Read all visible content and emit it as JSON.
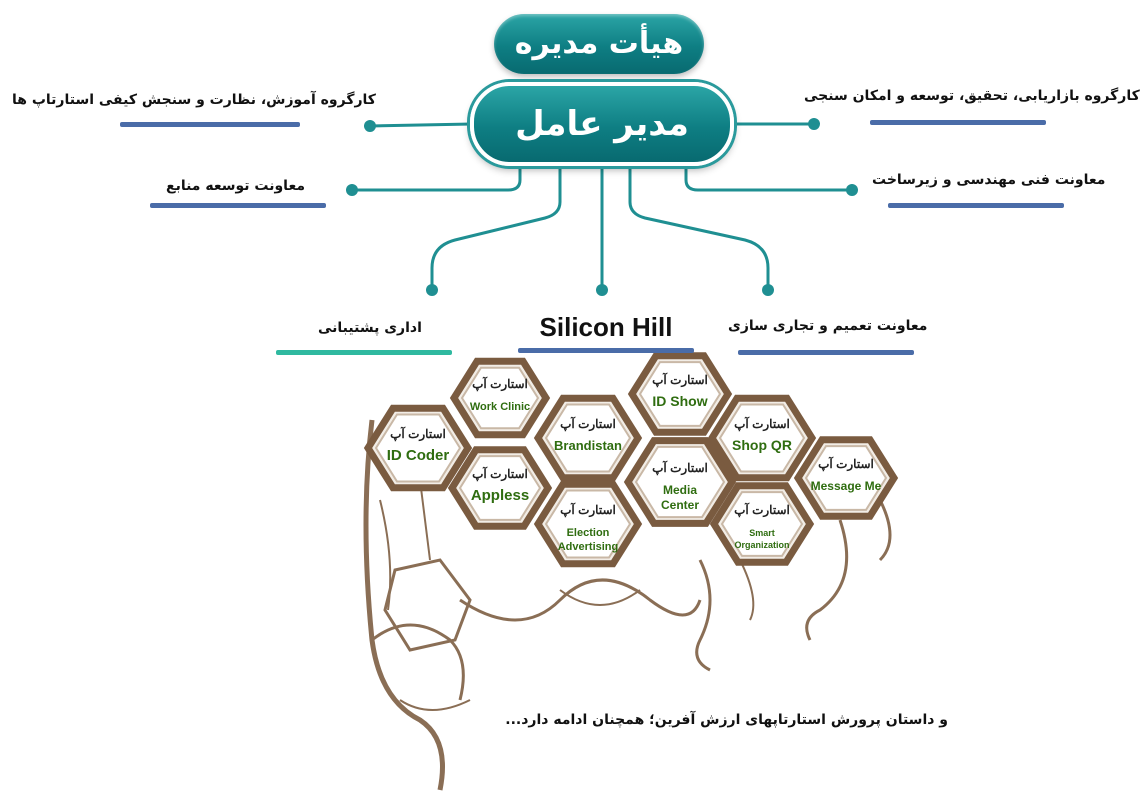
{
  "header": {
    "board": "هیأت مدیره",
    "ceo": "مدیر عامل"
  },
  "branches": {
    "left_top": "کارگروه آموزش، نظارت و سنجش کیفی استارتاپ ها",
    "right_top": "کارگروه بازاریابی، تحقیق، توسعه و امکان سنجی",
    "left_mid": "معاونت توسعه منابع",
    "right_mid": "معاونت فنی مهندسی و زیرساخت",
    "left_bottom": "اداری پشتیبانی",
    "center_bottom": "Silicon Hill",
    "right_bottom": "معاونت تعمیم و تجاری سازی"
  },
  "colors": {
    "teal": "#0e7e83",
    "underline_blue": "#4a6ca8",
    "underline_green": "#2fb9a0",
    "hive_brown": "#8a6e55"
  },
  "startup_prefix": "استارت آپ",
  "startups": [
    {
      "name": "ID Coder"
    },
    {
      "name": "Work Clinic"
    },
    {
      "name": "Appless"
    },
    {
      "name": "Brandistan"
    },
    {
      "name": "Election Advertising"
    },
    {
      "name": "ID Show"
    },
    {
      "name": "Media Center"
    },
    {
      "name": "Shop QR"
    },
    {
      "name": "Smart Organization"
    },
    {
      "name": "Message Me"
    }
  ],
  "footer": {
    "story": "و داستان پرورش استارتاپهای ارزش آفرین؛ همچنان ادامه دارد..."
  }
}
